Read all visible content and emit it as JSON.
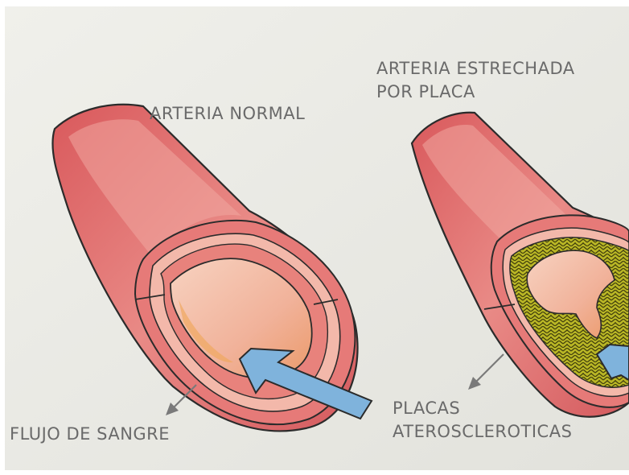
{
  "labels": {
    "normal_artery": "ARTERIA NORMAL",
    "narrowed_artery_line1": "ARTERIA   ESTRECHADA",
    "narrowed_artery_line2": "POR PLACA",
    "blood_flow": "FLUJO DE SANGRE",
    "plaques_line1": "PLACAS",
    "plaques_line2": "ATEROSCLEROTICAS"
  },
  "colors": {
    "paper": "#ebebe6",
    "artery_wall": "#e07a78",
    "artery_highlight": "#f2b0a0",
    "lumen": "#f4c2a8",
    "lumen_orange": "#f0a860",
    "plaque": "#b5b322",
    "plaque_dark": "#4b4a10",
    "flow_arrow": "#7fb3dc",
    "outline": "#2b2b2b",
    "text": "#6a6a6a"
  }
}
